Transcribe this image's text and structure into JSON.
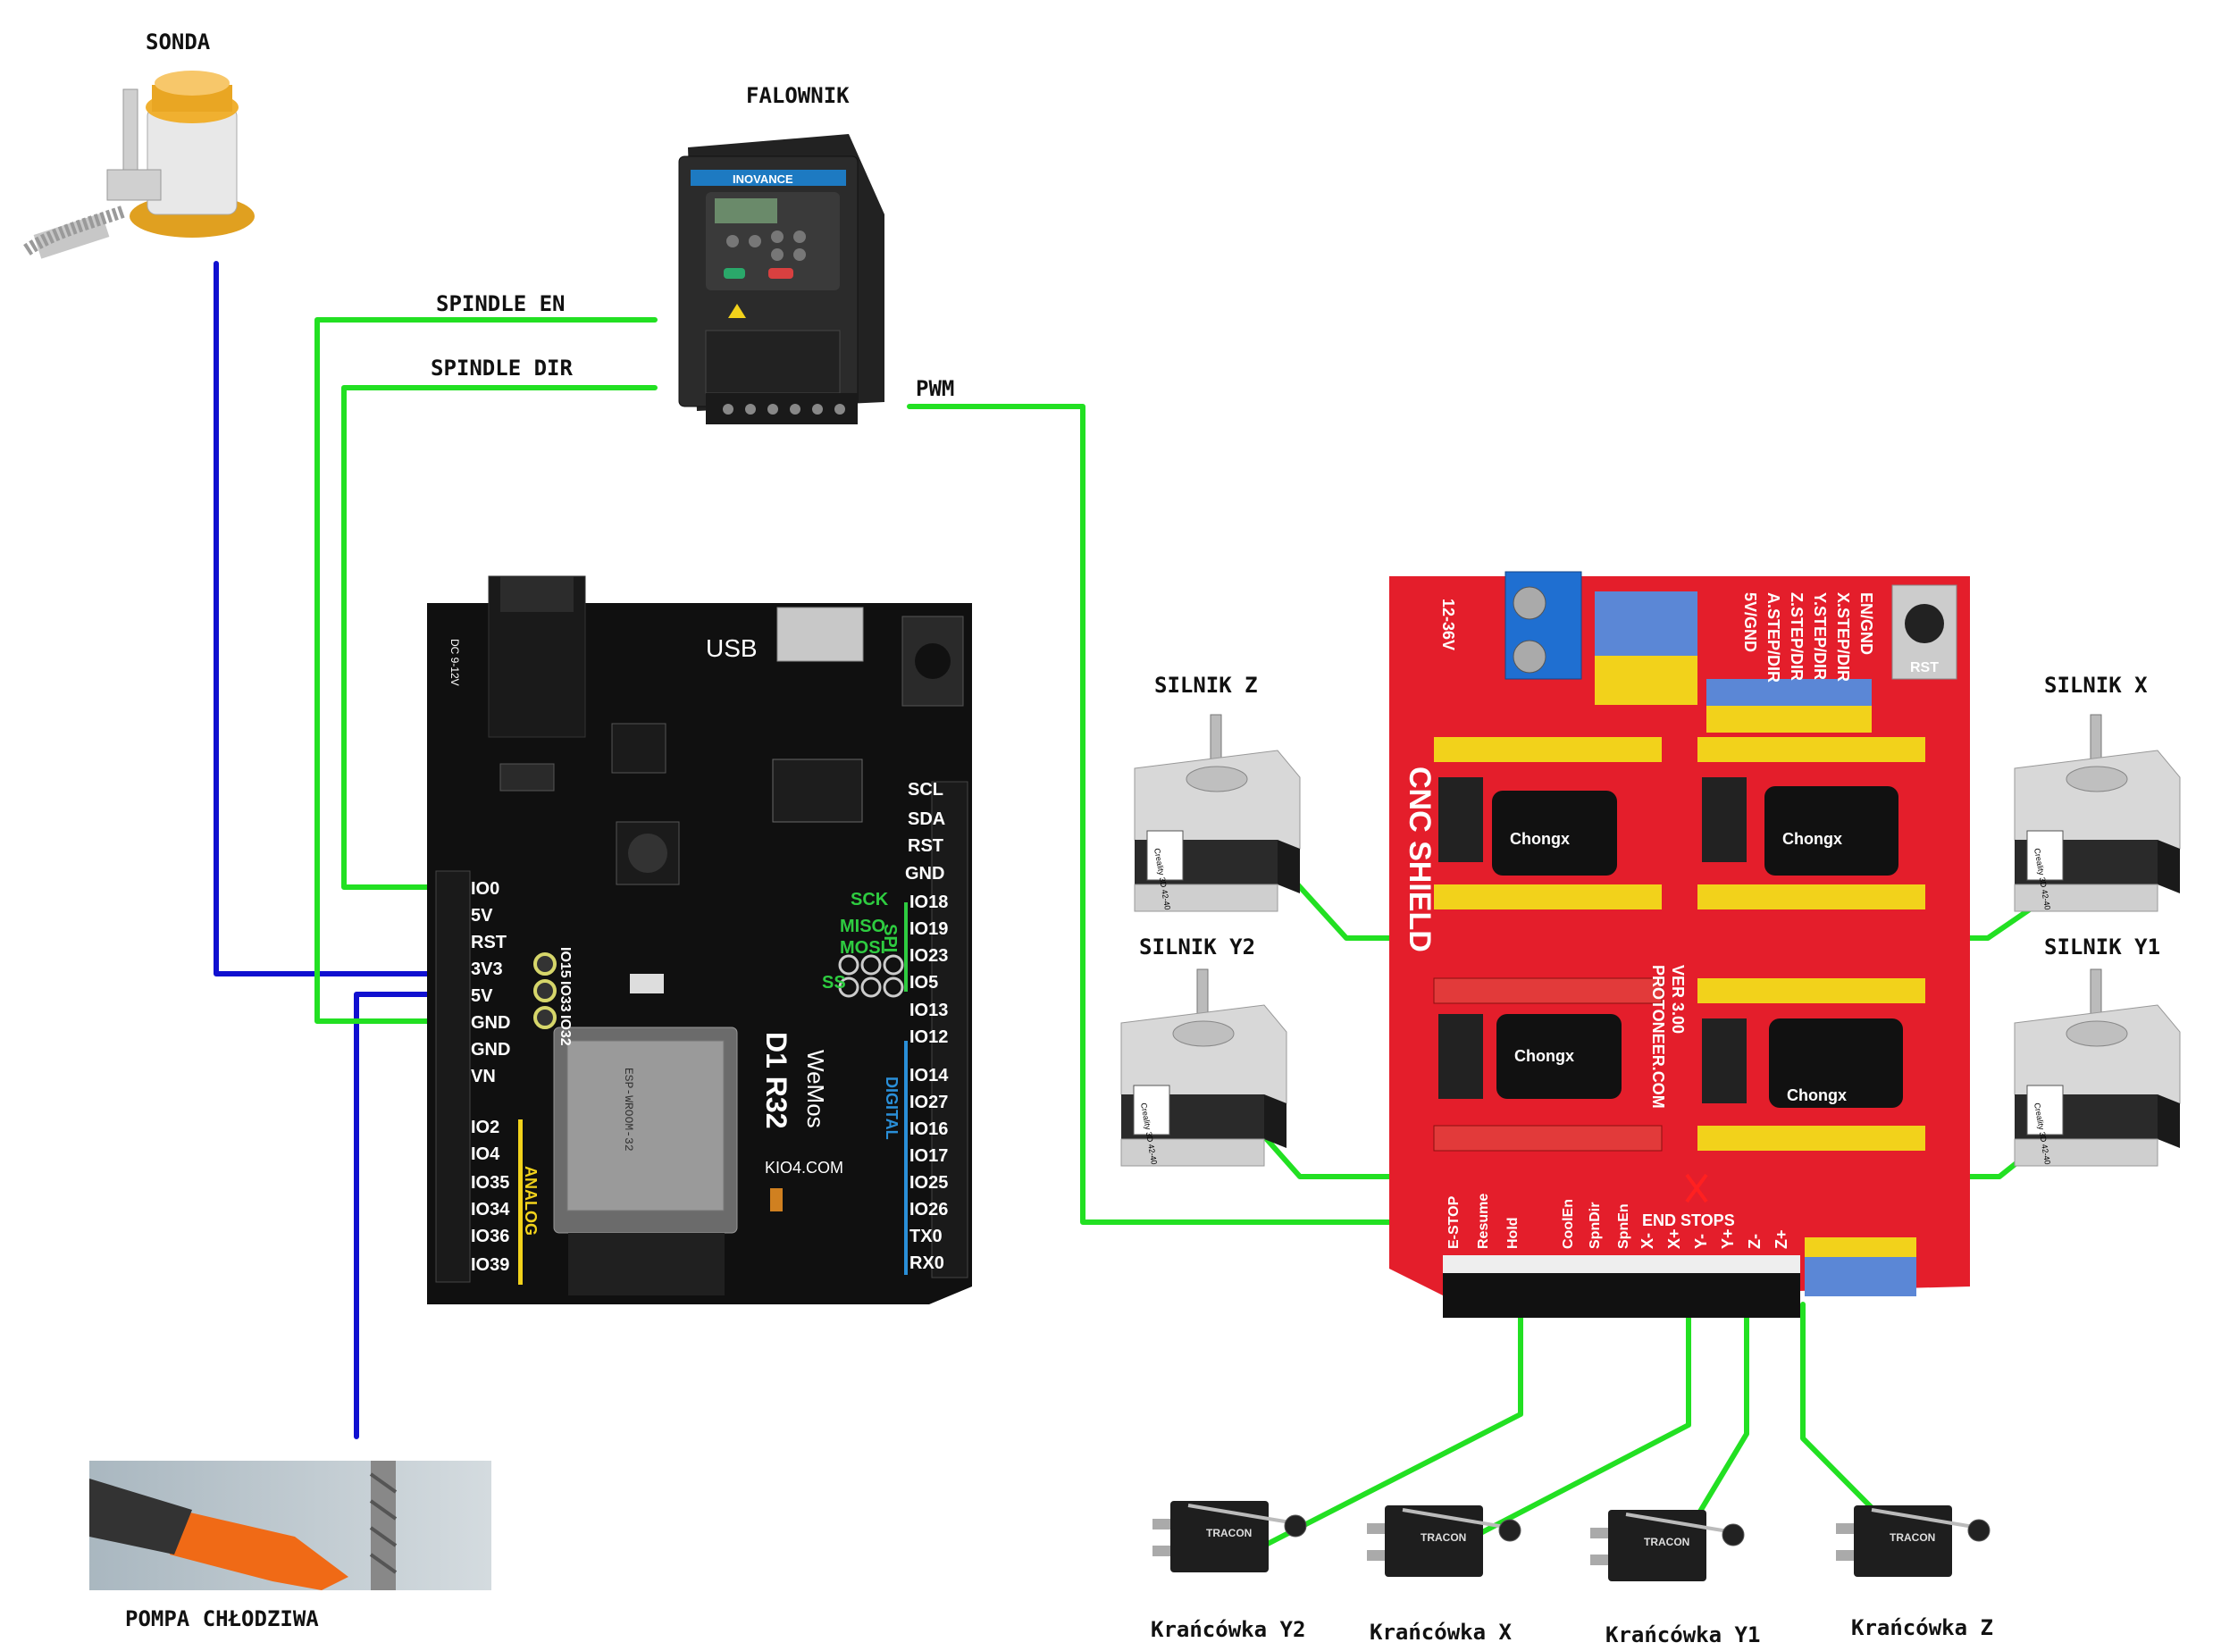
{
  "labels": {
    "sonda": "SONDA",
    "falownik": "FALOWNIK",
    "spindle_en": "SPINDLE EN",
    "spindle_dir": "SPINDLE DIR",
    "pwm": "PWM",
    "silnik_z": "SILNIK Z",
    "silnik_x": "SILNIK X",
    "silnik_y2": "SILNIK Y2",
    "silnik_y1": "SILNIK Y1",
    "pompa": "POMPA CHŁODZIWA",
    "krancowka_y2": "Krańcówka Y2",
    "krancowka_x": "Krańcówka X",
    "krancowka_y1": "Krańcówka Y1",
    "krancowka_z": "Krańcówka Z"
  },
  "inverter": {
    "brand": "INOVANCE"
  },
  "d1r32": {
    "usb": "USB",
    "dc": "DC 9-12V",
    "model": "D1 R32",
    "brand": "WeMos",
    "site": "KIO4.COM",
    "left_pins": [
      "IO0",
      "5V",
      "RST",
      "3V3",
      "5V",
      "GND",
      "GND",
      "VN"
    ],
    "analog_pins": [
      "IO2",
      "IO4",
      "IO35",
      "IO34",
      "IO36",
      "IO39"
    ],
    "analog_label": "ANALOG",
    "extra_pins": [
      "IO15",
      "IO33",
      "IO32"
    ],
    "right_pins": [
      "SCL",
      "SDA",
      "RST",
      "GND",
      "IO18",
      "IO19",
      "IO23",
      "IO5",
      "IO13",
      "IO12",
      "IO14",
      "IO27",
      "IO16",
      "IO17",
      "IO25",
      "IO26",
      "TX0",
      "RX0"
    ],
    "spi_labels": [
      "SCK",
      "MISO",
      "MOSI",
      "SS"
    ],
    "spi_label": "SPI",
    "digital_label": "DIGITAL",
    "chip_text": "ESP-WROOM-32"
  },
  "cnc_shield": {
    "title": "CNC SHIELD",
    "version": "VER 3.00",
    "maker": "PROTONEER.COM",
    "power": "12-36V",
    "top_labels": [
      "EN/GND",
      "X.STEP/DIR",
      "Y.STEP/DIR",
      "Z.STEP/DIR",
      "A.STEP/DIR",
      "5V/GND"
    ],
    "endstops_label": "END STOPS",
    "endstops": [
      "X-",
      "X+",
      "Y-",
      "Y+",
      "Z-",
      "Z+"
    ],
    "control": [
      "E-STOP",
      "Resume",
      "Hold",
      "CoolEn",
      "SpnDir",
      "SpnEn"
    ],
    "rst": "RST",
    "cap_brand": "Chongx"
  },
  "motor_sticker": "Creality 3D 42-40",
  "switch_brand": "TRACON",
  "colors": {
    "signal_wire": "#22e022",
    "probe_wire": "#1010d0",
    "shield": "#e41e2b",
    "board": "#111111"
  }
}
